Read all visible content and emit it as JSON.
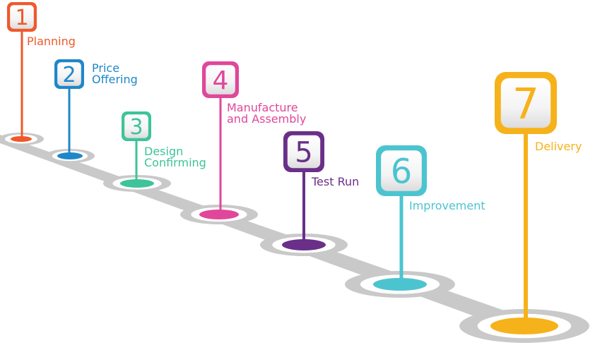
{
  "path_color": "#c9c9c9",
  "steps": [
    {
      "number": "1",
      "label_lines": [
        "Planning"
      ],
      "color": "#f0582b"
    },
    {
      "number": "2",
      "label_lines": [
        "Price",
        "Offering"
      ],
      "color": "#1f87c9"
    },
    {
      "number": "3",
      "label_lines": [
        "Design",
        "Confirming"
      ],
      "color": "#3ec39a"
    },
    {
      "number": "4",
      "label_lines": [
        "Manufacture",
        "and Assembly"
      ],
      "color": "#e0479b"
    },
    {
      "number": "5",
      "label_lines": [
        "Test Run"
      ],
      "color": "#6a2f88"
    },
    {
      "number": "6",
      "label_lines": [
        "Improvement"
      ],
      "color": "#4cc4d0"
    },
    {
      "number": "7",
      "label_lines": [
        "Delivery"
      ],
      "color": "#f6b21a"
    }
  ]
}
